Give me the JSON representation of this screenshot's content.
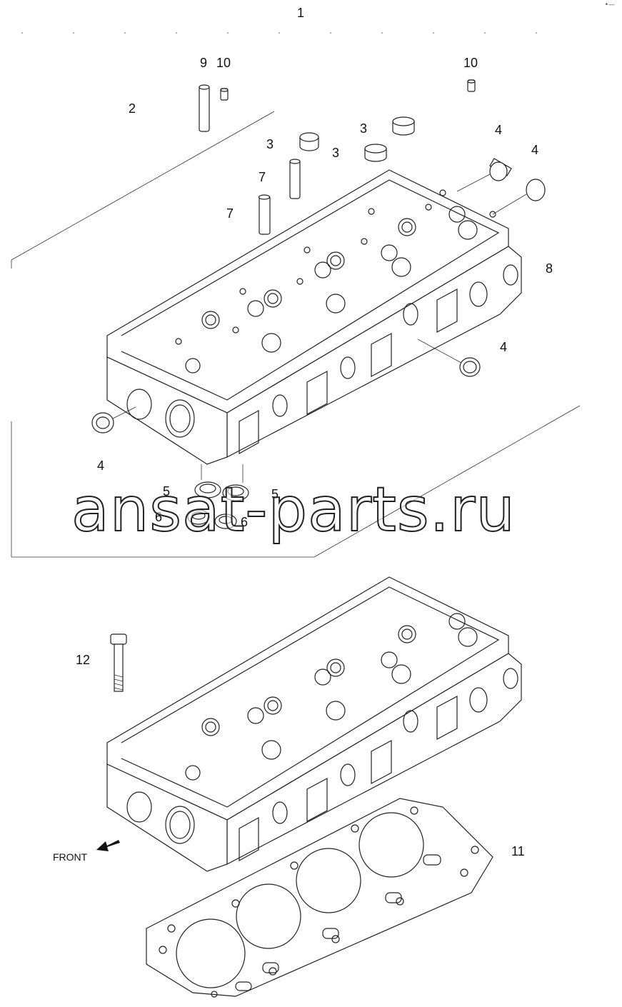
{
  "diagram": {
    "callouts": [
      {
        "id": "c1",
        "text": "1"
      },
      {
        "id": "c2",
        "text": "2"
      },
      {
        "id": "c9",
        "text": "9"
      },
      {
        "id": "c10a",
        "text": "10"
      },
      {
        "id": "c10b",
        "text": "10"
      },
      {
        "id": "c3a",
        "text": "3"
      },
      {
        "id": "c3b",
        "text": "3"
      },
      {
        "id": "c3c",
        "text": "3"
      },
      {
        "id": "c4a",
        "text": "4"
      },
      {
        "id": "c4b",
        "text": "4"
      },
      {
        "id": "c4c",
        "text": "4"
      },
      {
        "id": "c4d",
        "text": "4"
      },
      {
        "id": "c7a",
        "text": "7"
      },
      {
        "id": "c7b",
        "text": "7"
      },
      {
        "id": "c8",
        "text": "8"
      },
      {
        "id": "c5a",
        "text": "5"
      },
      {
        "id": "c5b",
        "text": "5"
      },
      {
        "id": "c6a",
        "text": "6"
      },
      {
        "id": "c6b",
        "text": "6"
      },
      {
        "id": "c12",
        "text": "12"
      },
      {
        "id": "c11",
        "text": "11"
      }
    ],
    "front_label": "FRONT",
    "watermark": "ansat-parts.ru",
    "corner_mark": "•—"
  }
}
